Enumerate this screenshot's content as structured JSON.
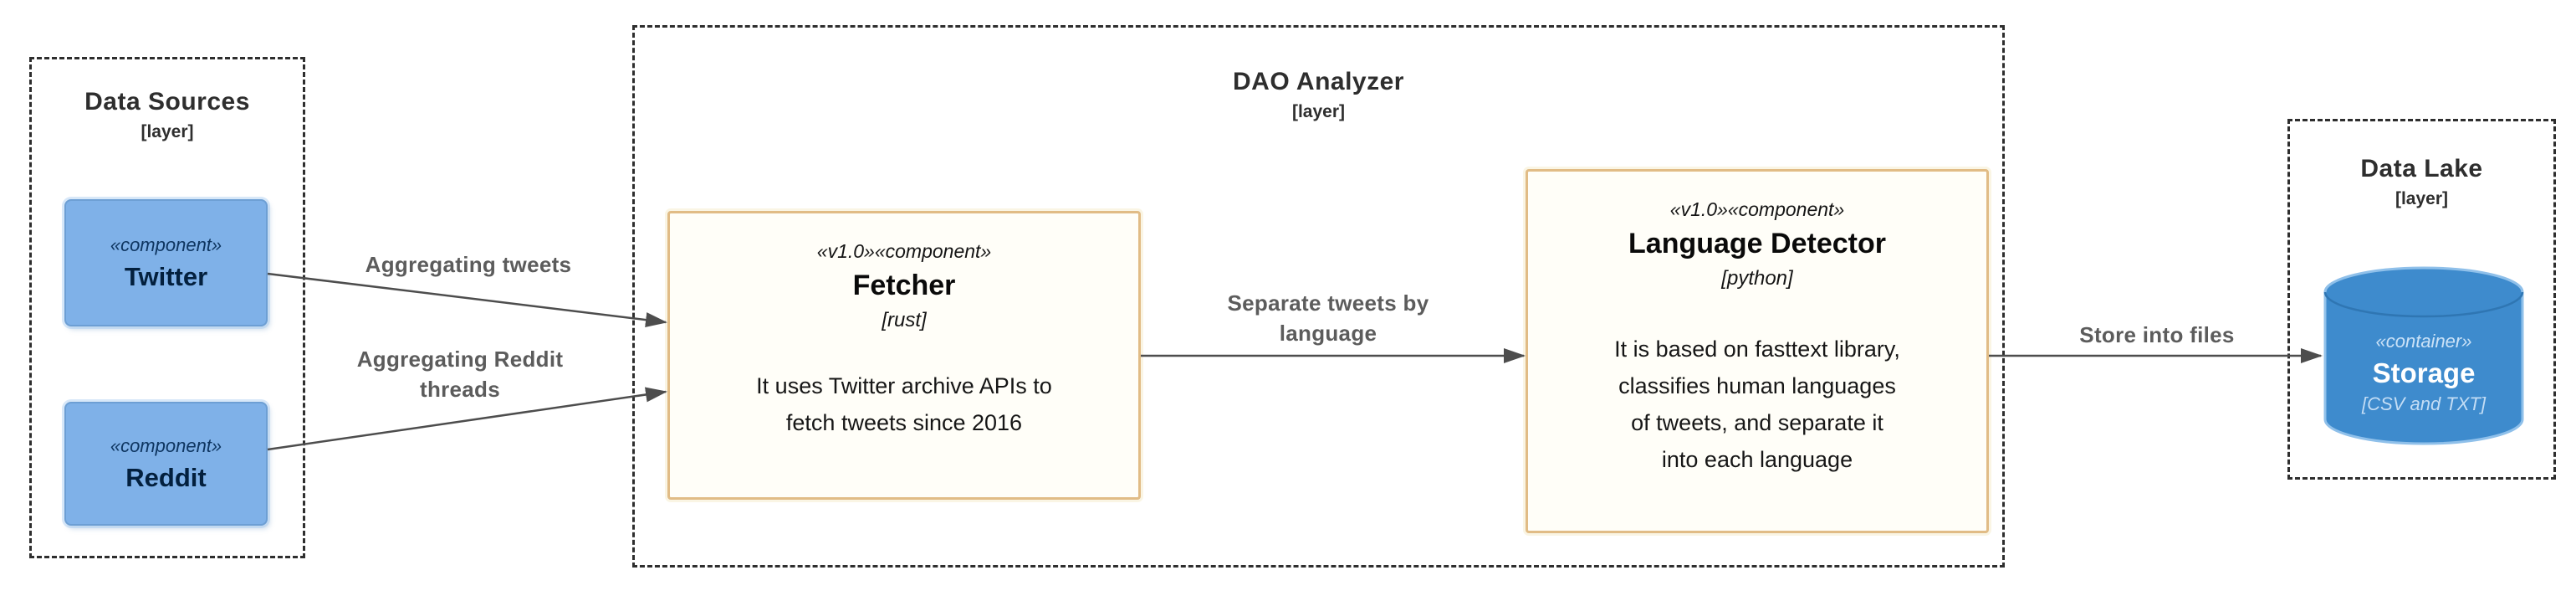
{
  "diagram": {
    "layers": {
      "data_sources": {
        "title": "Data Sources",
        "subtitle": "[layer]"
      },
      "dao_analyzer": {
        "title": "DAO Analyzer",
        "subtitle": "[layer]"
      },
      "data_lake": {
        "title": "Data Lake",
        "subtitle": "[layer]"
      }
    },
    "nodes": {
      "twitter": {
        "stereotype": "«component»",
        "name": "Twitter"
      },
      "reddit": {
        "stereotype": "«component»",
        "name": "Reddit"
      },
      "fetcher": {
        "stereotype": "«v1.0»«component»",
        "name": "Fetcher",
        "tech": "[rust]",
        "description": [
          "It uses Twitter archive APIs to",
          "fetch tweets since 2016"
        ]
      },
      "language_detector": {
        "stereotype": "«v1.0»«component»",
        "name": "Language Detector",
        "tech": "[python]",
        "description": [
          "It is based on fasttext library,",
          "classifies human languages",
          "of tweets, and separate it",
          "into each language"
        ]
      },
      "storage": {
        "stereotype": "«container»",
        "name": "Storage",
        "tech": "[CSV and TXT]"
      }
    },
    "edges": [
      {
        "id": "twitter-to-fetcher",
        "label": "Aggregating tweets"
      },
      {
        "id": "reddit-to-fetcher",
        "label": [
          "Aggregating Reddit",
          "threads"
        ]
      },
      {
        "id": "fetcher-to-language-detector",
        "label": [
          "Separate tweets by",
          "language"
        ]
      },
      {
        "id": "language-detector-to-storage",
        "label": "Store into files"
      }
    ],
    "colors": {
      "component_fill": "#7fb1e8",
      "component_border": "#6d9fd4",
      "component_text": "#03203e",
      "container_fill": "#3e8bcd",
      "container_text": "#ffffff",
      "white_box_fill": "#fffef8",
      "white_box_border": "#e1bc86",
      "layer_border": "#2e2e2e",
      "edge_line": "#4d4d4d",
      "edge_label_text": "#5c5c5c"
    }
  }
}
